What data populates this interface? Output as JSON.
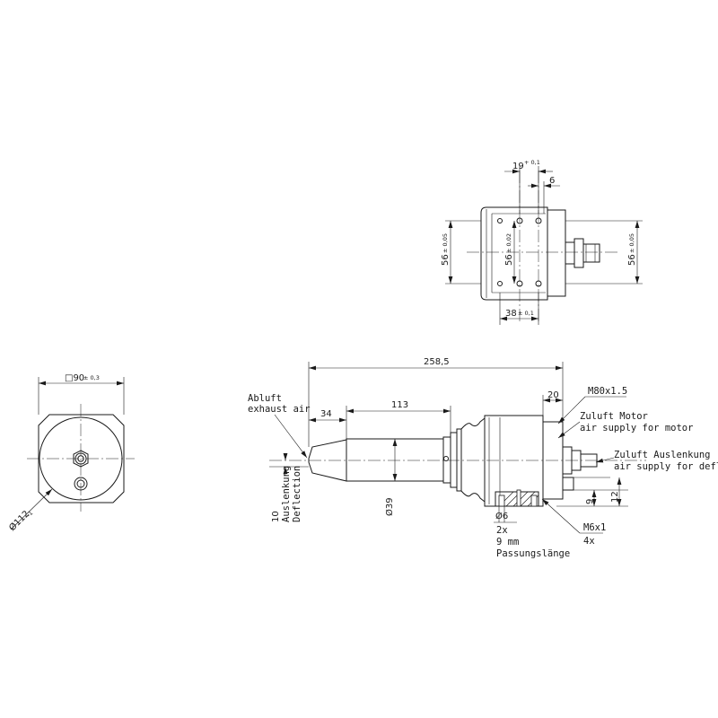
{
  "dims": {
    "square": "□90",
    "square_tol": "± 0,3",
    "dia112": "Ø112",
    "dia112_tol": "-1",
    "d19": "19",
    "d19_tol": "+ 0,1",
    "d6": "6",
    "d56_left": "56",
    "d56_left_tol": "± 0,05",
    "d56_mid": "56",
    "d56_mid_tol": "± 0,02",
    "d56_right": "56",
    "d56_right_tol": "± 0,05",
    "d38": "38",
    "d38_tol": "± 0,1",
    "d258": "258,5",
    "d113": "113",
    "d34": "34",
    "d20": "20",
    "d10": "10",
    "dia39": "Ø39",
    "dia6": "Ø6",
    "d9": "9",
    "d12": "12"
  },
  "labels": {
    "abluft": "Abluft",
    "exhaust": "exhaust air",
    "auslenkung": "Auslenkung",
    "deflection": "Deflection",
    "m80": "M80x1.5",
    "zuluft_motor": "Zuluft Motor",
    "air_motor": "air supply for motor",
    "zuluft_ausl": "Zuluft Auslenkung",
    "air_defl": "air supply for deflection",
    "m6": "M6x1",
    "four_x": "4x",
    "two_x": "2x",
    "nine_mm": "9 mm",
    "passung": "Passungslänge"
  }
}
